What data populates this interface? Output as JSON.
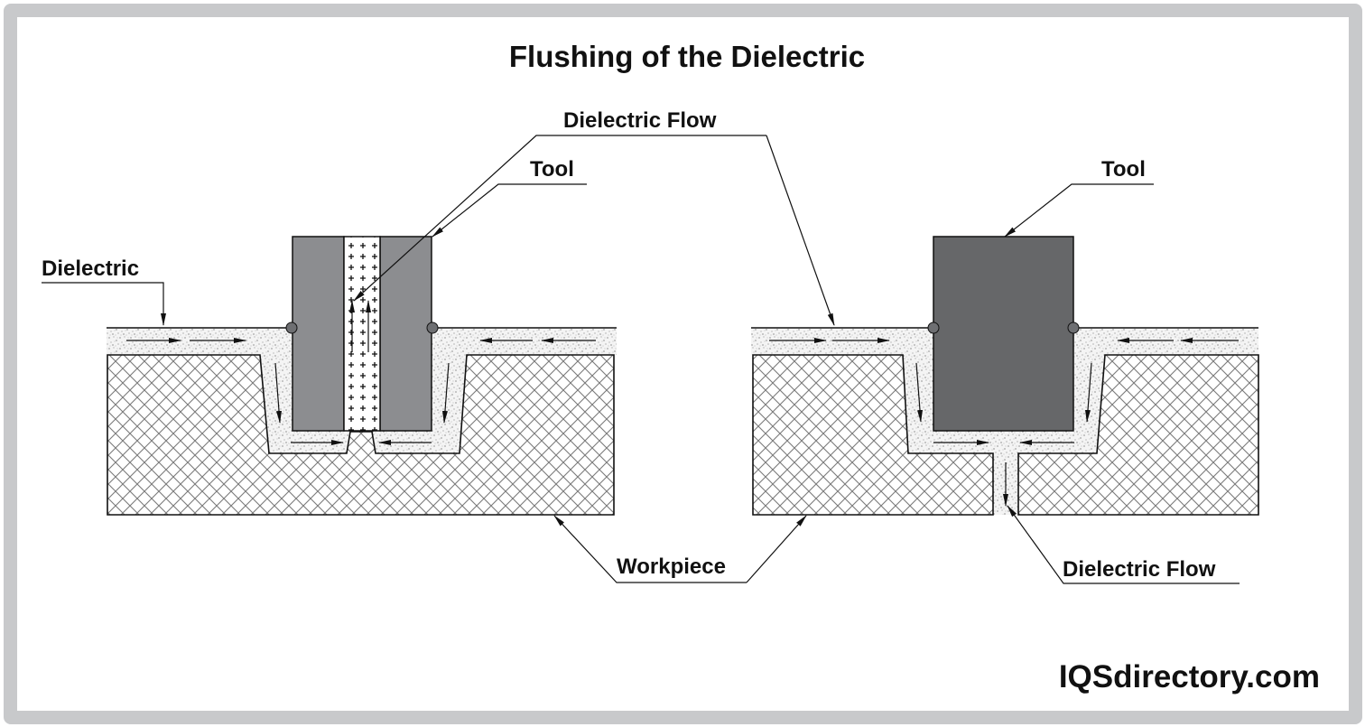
{
  "title": "Flushing of the Dielectric",
  "labels": {
    "left_dielectric": "Dielectric",
    "top_dielectric_flow": "Dielectric Flow",
    "left_tool": "Tool",
    "right_tool": "Tool",
    "workpiece": "Workpiece",
    "right_dielectric_flow": "Dielectric Flow"
  },
  "brand": "IQSdirectory.com",
  "colors": {
    "frame": "#c8c9cb",
    "tool_left": "#8c8d90",
    "tool_right": "#666769",
    "seal": "#6e6f72",
    "hatch": "#7a7a7a",
    "dielectric_dot": "#555555",
    "line": "#111111"
  },
  "legend_icons": {
    "workpiece": "crosshatch-pattern",
    "dielectric": "stipple-pattern",
    "flow_channel": "plus-pattern"
  }
}
